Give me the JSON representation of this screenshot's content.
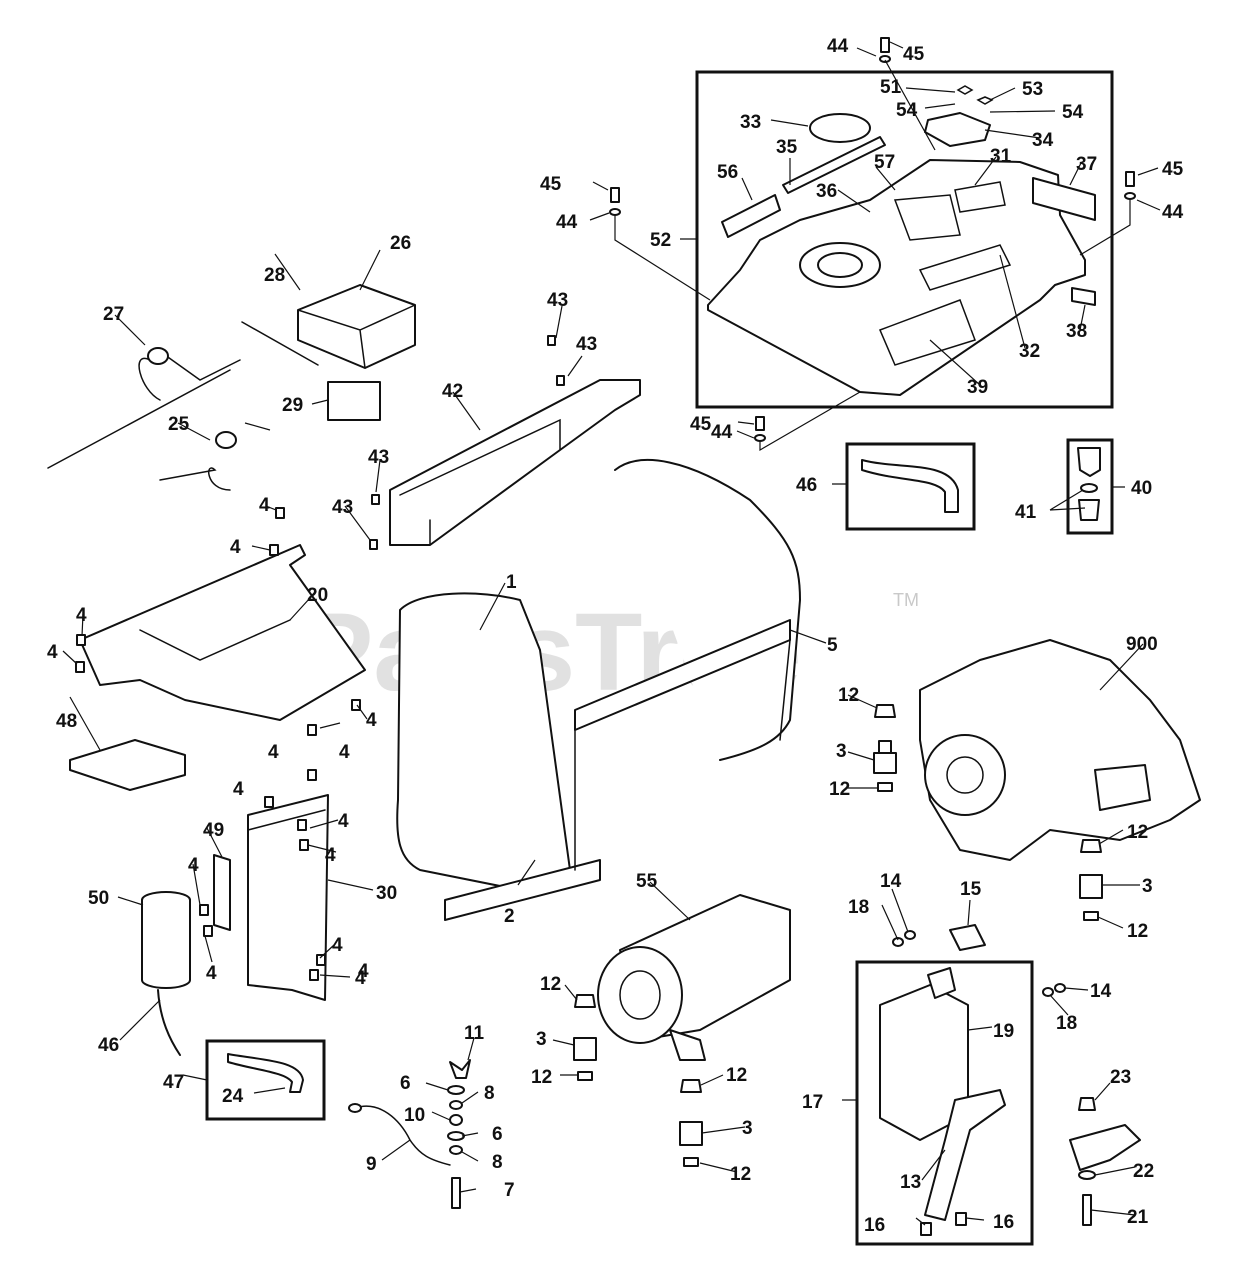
{
  "watermark": {
    "text": "PartsTree",
    "trademark": "TM"
  },
  "callouts": {
    "c1": "1",
    "c2": "2",
    "c3a": "3",
    "c3b": "3",
    "c3c": "3",
    "c3d": "3",
    "c4a": "4",
    "c4b": "4",
    "c4c": "4",
    "c4d": "4",
    "c4e": "4",
    "c4f": "4",
    "c4g": "4",
    "c4h": "4",
    "c4i": "4",
    "c4j": "4",
    "c4k": "4",
    "c4l": "4",
    "c4m": "4",
    "c4n": "4",
    "c4o": "4",
    "c5": "5",
    "c6a": "6",
    "c6b": "6",
    "c7": "7",
    "c8a": "8",
    "c8b": "8",
    "c9": "9",
    "c10": "10",
    "c11": "11",
    "c12a": "12",
    "c12b": "12",
    "c12c": "12",
    "c12d": "12",
    "c12e": "12",
    "c12f": "12",
    "c12g": "12",
    "c12h": "12",
    "c13": "13",
    "c14a": "14",
    "c14b": "14",
    "c15": "15",
    "c16a": "16",
    "c16b": "16",
    "c17": "17",
    "c18a": "18",
    "c18b": "18",
    "c19": "19",
    "c20": "20",
    "c21": "21",
    "c22": "22",
    "c23": "23",
    "c24": "24",
    "c25": "25",
    "c26": "26",
    "c27": "27",
    "c28": "28",
    "c29": "29",
    "c30": "30",
    "c31": "31",
    "c32": "32",
    "c33": "33",
    "c34": "34",
    "c35": "35",
    "c36": "36",
    "c37": "37",
    "c38": "38",
    "c39": "39",
    "c40": "40",
    "c41": "41",
    "c42": "42",
    "c43a": "43",
    "c43b": "43",
    "c43c": "43",
    "c43d": "43",
    "c44a": "44",
    "c44b": "44",
    "c44c": "44",
    "c44d": "44",
    "c45a": "45",
    "c45b": "45",
    "c45c": "45",
    "c45d": "45",
    "c46a": "46",
    "c46b": "46",
    "c47": "47",
    "c48": "48",
    "c49": "49",
    "c50": "50",
    "c51": "51",
    "c52": "52",
    "c53": "53",
    "c54a": "54",
    "c54b": "54",
    "c55": "55",
    "c56": "56",
    "c57": "57",
    "c900": "900"
  }
}
